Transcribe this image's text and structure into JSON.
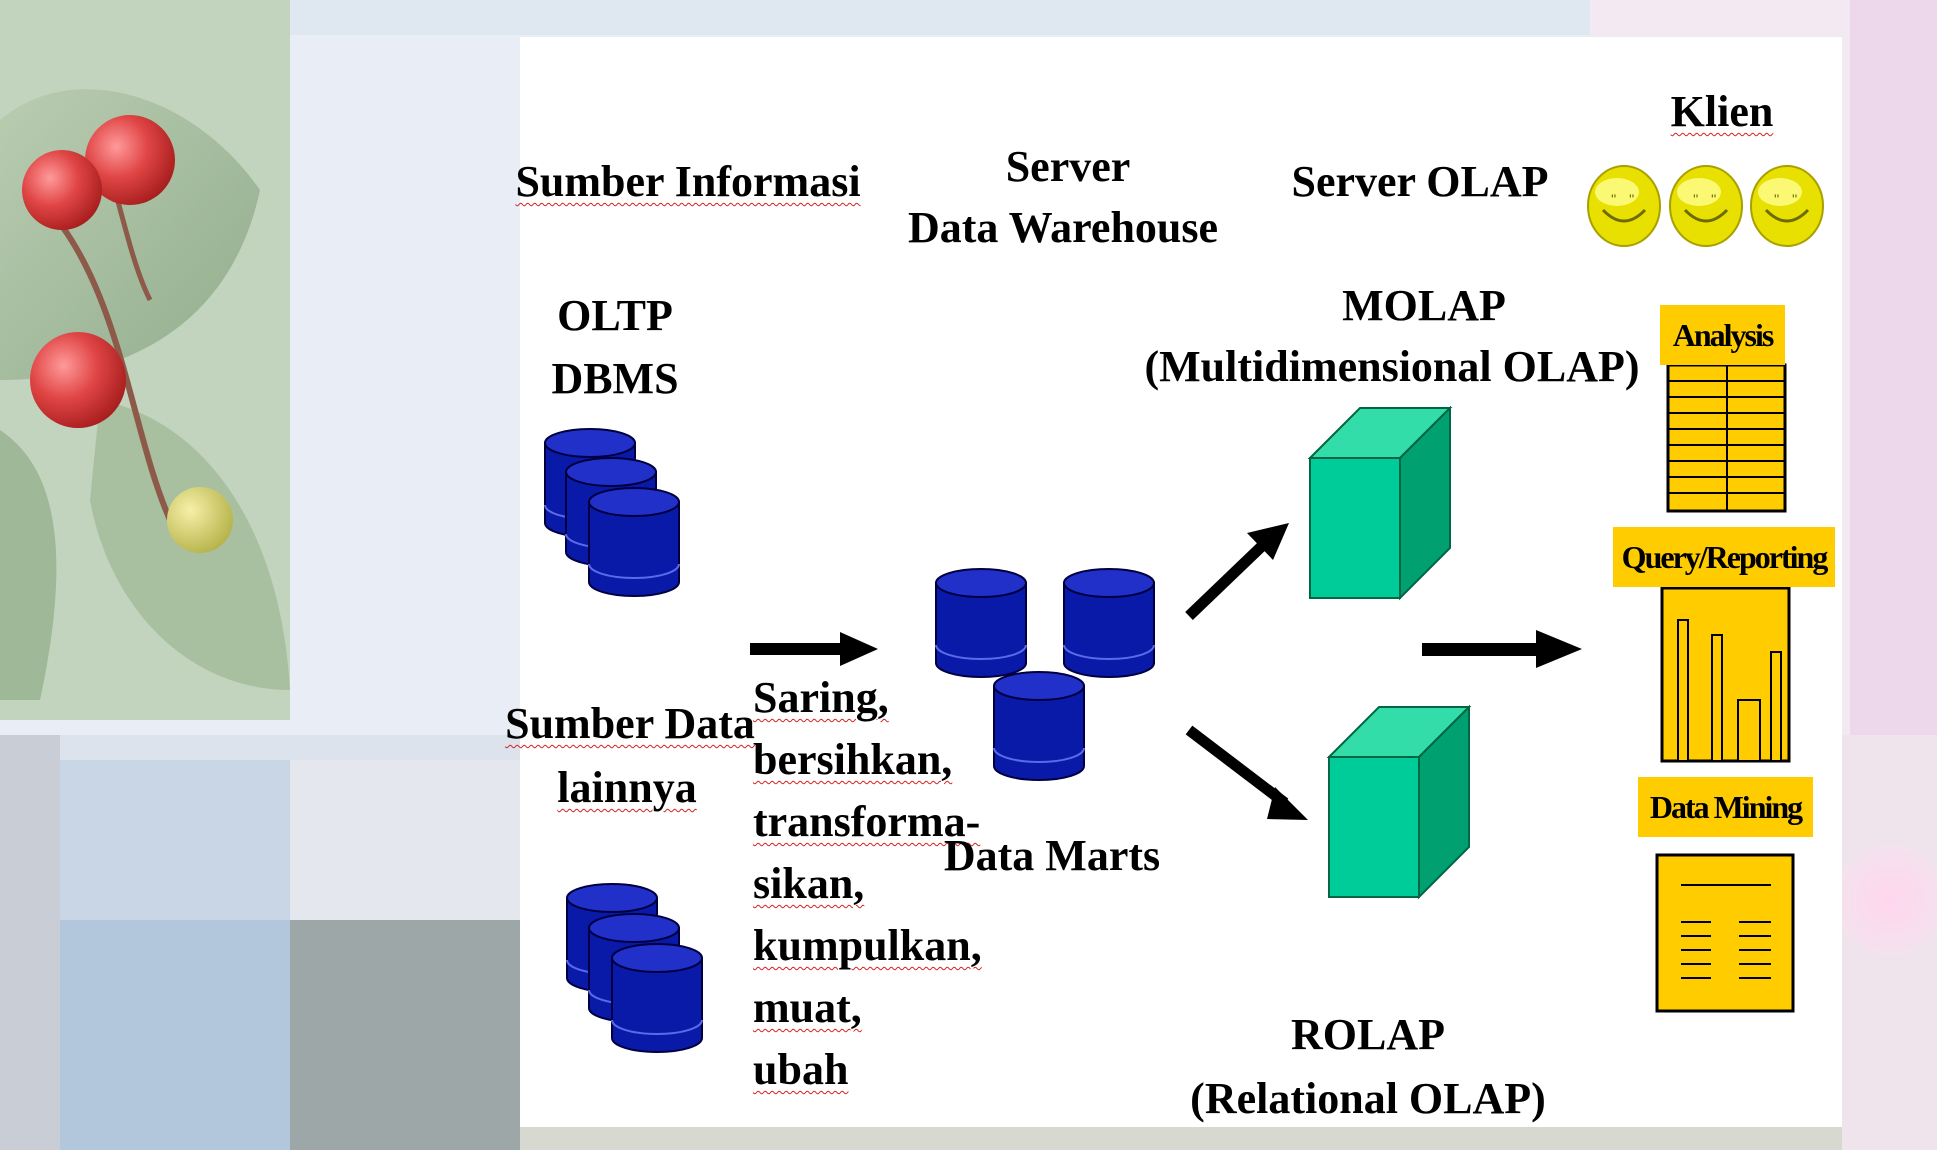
{
  "headers": {
    "sources": "Sumber Informasi",
    "server_line1": "Server",
    "server_line2": "Data Warehouse",
    "olap_server": "Server OLAP",
    "client": "Klien"
  },
  "oltp": {
    "line1": "OLTP",
    "line2": "DBMS"
  },
  "other_sources": {
    "line1": "Sumber Data",
    "line2": "lainnya"
  },
  "process_steps": [
    "Saring,",
    "bersihkan,",
    "transforma-",
    "sikan,",
    "kumpulkan,",
    "muat,",
    "ubah"
  ],
  "data_marts": "Data Marts",
  "molap": {
    "line1": "MOLAP",
    "line2": "(Multidimensional OLAP)"
  },
  "rolap": {
    "line1": "ROLAP",
    "line2": "(Relational OLAP)"
  },
  "tools": {
    "analysis": "Analysis",
    "query": "Query/Reporting",
    "mining": "Data Mining"
  },
  "icons": [
    "database-stack-icon",
    "arrow-right-icon",
    "cube-icon",
    "smiley-face-icon",
    "spreadsheet-icon",
    "bar-chart-icon",
    "document-icon"
  ],
  "colors": {
    "database": "#0a1aa8",
    "cube_front": "#00cc99",
    "tool_label": "#ffcc00",
    "smiley": "#e8e000",
    "misspell_underline": "#d42020"
  }
}
